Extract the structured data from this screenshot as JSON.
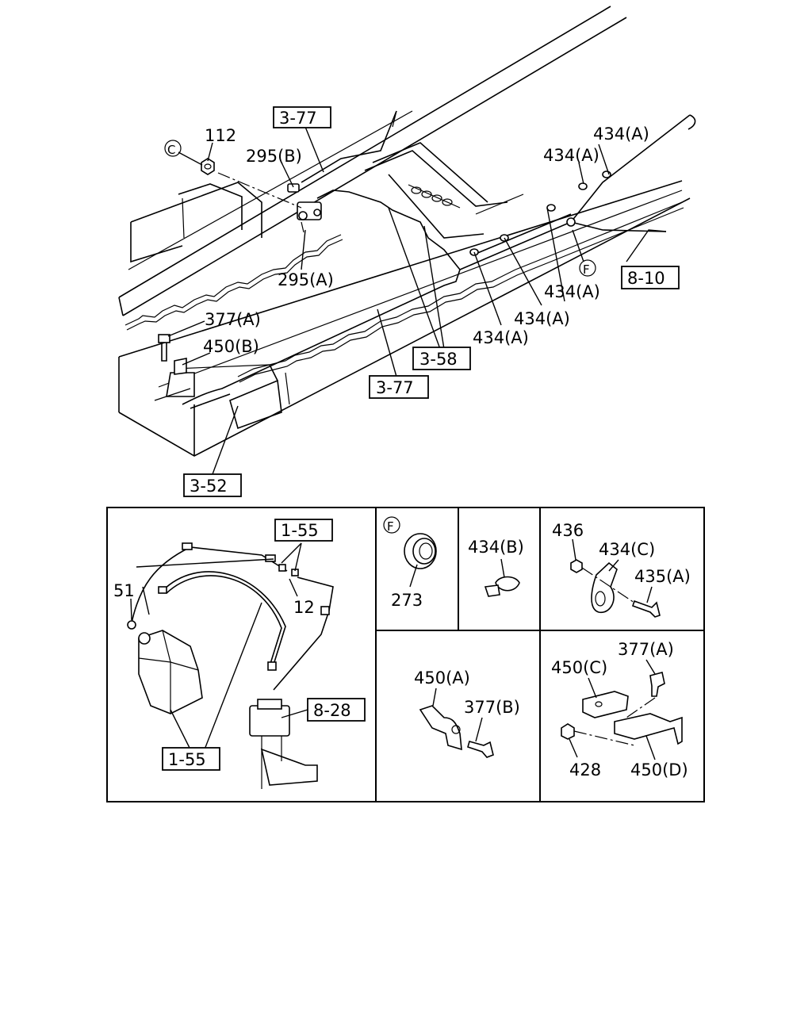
{
  "main_labels": {
    "ref_3_77_top": "3-77",
    "label_112": "112",
    "circle_c": "C",
    "label_295b": "295(B)",
    "label_295a": "295(A)",
    "label_434a_1": "434(A)",
    "label_434a_2": "434(A)",
    "label_434a_3": "434(A)",
    "label_434a_4": "434(A)",
    "label_434a_5": "434(A)",
    "circle_f": "F",
    "ref_8_10": "8-10",
    "label_377a": "377(A)",
    "label_450b": "450(B)",
    "ref_3_58": "3-58",
    "ref_3_77_bottom": "3-77",
    "ref_3_52": "3-52"
  },
  "detail_panels": {
    "tank": {
      "ref_1_55_top": "1-55",
      "label_51": "51",
      "label_12": "12",
      "ref_8_28": "8-28",
      "ref_1_55_bottom": "1-55"
    },
    "grommet": {
      "circle_f": "F",
      "label_273": "273"
    },
    "clip": {
      "label_434b": "434(B)"
    },
    "clamp": {
      "label_436": "436",
      "label_434c": "434(C)",
      "label_435a": "435(A)"
    },
    "bracket_a": {
      "label_450a": "450(A)",
      "label_377b": "377(B)"
    },
    "bracket_cd": {
      "label_450c": "450(C)",
      "label_377a": "377(A)",
      "label_428": "428",
      "label_450d": "450(D)"
    }
  }
}
